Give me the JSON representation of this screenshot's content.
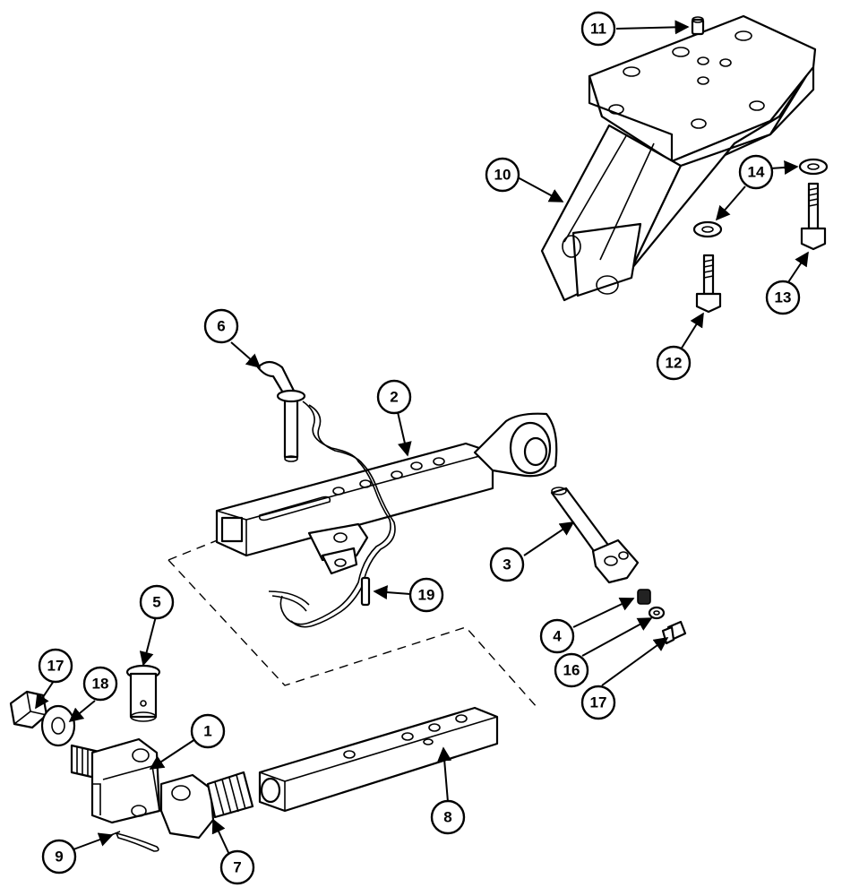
{
  "callouts": [
    {
      "num": "1"
    },
    {
      "num": "2"
    },
    {
      "num": "3"
    },
    {
      "num": "4"
    },
    {
      "num": "5"
    },
    {
      "num": "6"
    },
    {
      "num": "7"
    },
    {
      "num": "8"
    },
    {
      "num": "9"
    },
    {
      "num": "10"
    },
    {
      "num": "11"
    },
    {
      "num": "12"
    },
    {
      "num": "13"
    },
    {
      "num": "14"
    },
    {
      "num": "16"
    },
    {
      "num": "17"
    },
    {
      "num": "17"
    },
    {
      "num": "18"
    },
    {
      "num": "19"
    }
  ]
}
